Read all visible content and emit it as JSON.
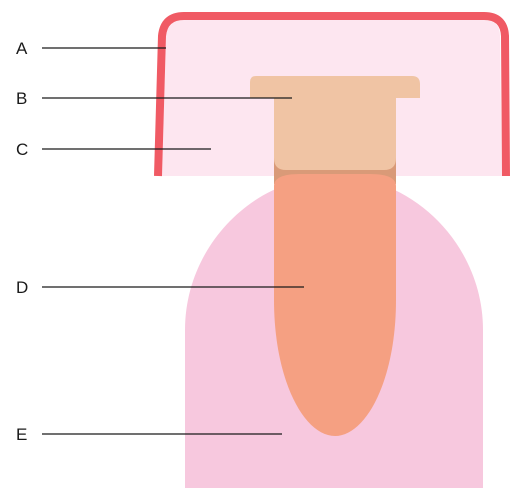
{
  "labels": {
    "a": "A",
    "b": "B",
    "c": "C",
    "d": "D",
    "e": "E"
  },
  "colors": {
    "crown_outline": "#f05a64",
    "crown_fill": "#fde6f0",
    "core": "#f0c4a4",
    "core_shadow": "#d99a78",
    "canal": "#f5a082",
    "root_body": "#f7c8de",
    "label_text": "#1a1a1a"
  }
}
